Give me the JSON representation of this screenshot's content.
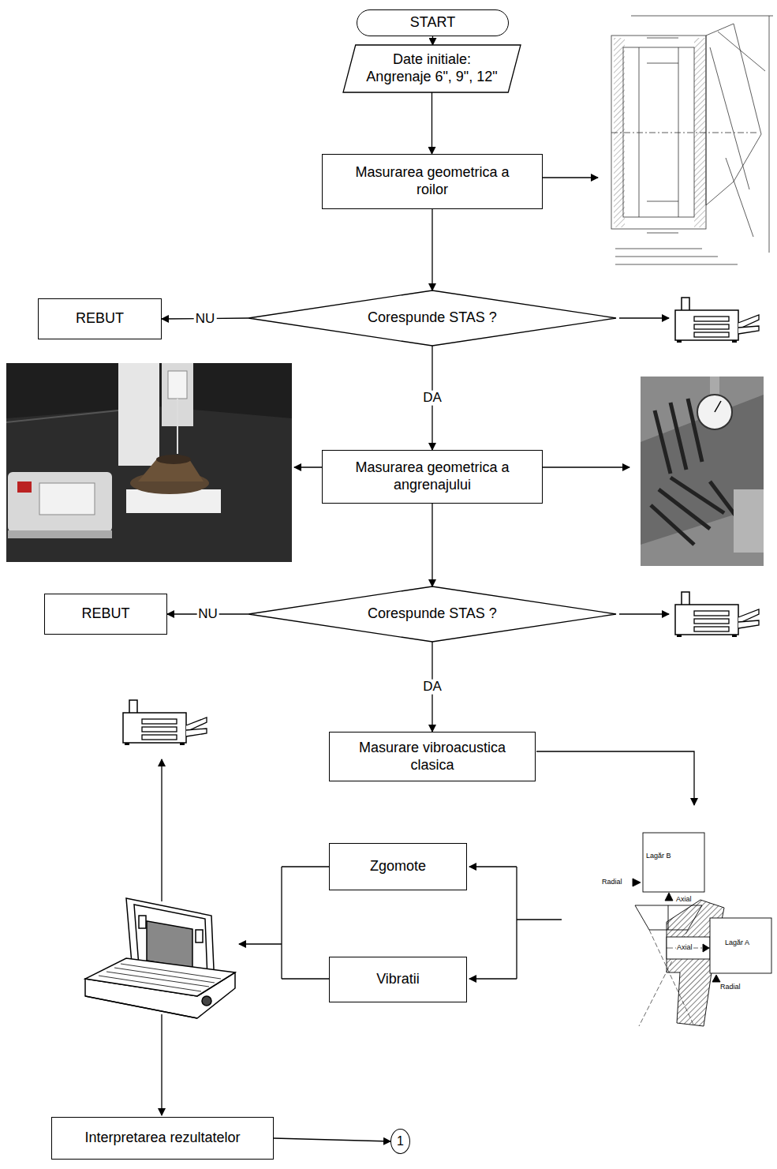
{
  "diagram": {
    "nodes": [
      {
        "text": [
          "START"
        ]
      },
      {
        "text": [
          "Date initiale: Angrenaje 6\", 9\", 12\""
        ]
      },
      {
        "text": [
          "Masurarea geometrica a roilor"
        ]
      },
      {
        "text": [
          "REBUT"
        ]
      },
      {
        "text": [
          "Corespunde STAS ?"
        ]
      },
      {
        "text": [
          "Masurarea geometrica a angrenajului"
        ]
      },
      {
        "text": [
          "REBUT"
        ]
      },
      {
        "text": [
          "Corespunde STAS ?"
        ]
      },
      {
        "text": [
          "Masurare vibroacustica clasica"
        ]
      },
      {
        "text": [
          "Zgomote"
        ]
      },
      {
        "text": [
          "Vibratii"
        ]
      },
      {
        "text": [
          "Interpretarea rezultatelor"
        ]
      },
      {
        "text": [
          "1"
        ]
      }
    ],
    "edges": [
      {
        "from": 0,
        "to": 1,
        "arrow": "to"
      },
      {
        "from": 1,
        "to": 2,
        "arrow": "to"
      },
      {
        "from": 2,
        "to": 4,
        "arrow": "to"
      },
      {
        "from": 4,
        "to": 3,
        "label": "NU",
        "arrow": "to"
      },
      {
        "from": 4,
        "to": 5,
        "label": "DA",
        "arrow": "to"
      },
      {
        "from": 5,
        "to": 7,
        "arrow": "to"
      },
      {
        "from": 7,
        "to": 6,
        "label": "NU",
        "arrow": "to"
      },
      {
        "from": 7,
        "to": 8,
        "label": "DA",
        "arrow": "to"
      },
      {
        "from": 11,
        "to": 12,
        "arrow": "to"
      }
    ],
    "labels": [
      "Lagăr B",
      "Radial",
      "Axial",
      "Lagăr A",
      "Axial",
      "Radial"
    ]
  }
}
